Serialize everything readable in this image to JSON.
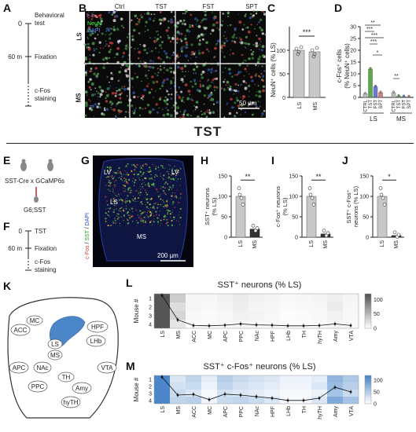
{
  "panels": {
    "A": "A",
    "B": "B",
    "C": "C",
    "D": "D",
    "E": "E",
    "F": "F",
    "G": "G",
    "H": "H",
    "I": "I",
    "J": "J",
    "K": "K",
    "L": "L",
    "M": "M"
  },
  "section_title": "TST",
  "timeline_a": {
    "t0": "0",
    "t60": "60 m",
    "step1": "Behavioral",
    "step1b": "test",
    "step2": "Fixation",
    "step3": "c-Fos",
    "step3b": "staining"
  },
  "panel_b": {
    "columns": [
      "Ctrl",
      "TST",
      "FST",
      "SPT"
    ],
    "rows": [
      "LS",
      "MS"
    ],
    "stain_cfos": "c-Fos",
    "stain_neun": "NeuN",
    "stain_dapi": "DAPI",
    "scale": "50 µm"
  },
  "panel_c": {
    "ylabel": "NeuN⁺ cells (% LS)",
    "yticks": [
      "0",
      "50",
      "100"
    ],
    "xcats": [
      "LS",
      "MS"
    ],
    "sig": "***"
  },
  "panel_d": {
    "ylabel": "c-Fos⁺ cells",
    "ylabel2": "(% NeuN⁺ cells)",
    "yticks": [
      "0",
      "5",
      "10",
      "15",
      "20",
      "25",
      "30"
    ],
    "xcats": [
      "CTRL",
      "TST",
      "FST",
      "SPT"
    ],
    "groups": [
      "LS",
      "MS"
    ],
    "sigs": [
      "**",
      "***",
      "***",
      "***",
      "*",
      "**"
    ]
  },
  "panel_e": {
    "line1": "SST-Cre x GCaMP6s",
    "line2": "G6;SST"
  },
  "timeline_f": {
    "t0": "0",
    "t60": "60 m",
    "step1": "TST",
    "step2": "Fixation",
    "step3": "c-Fos",
    "step3b": "staining"
  },
  "panel_g": {
    "lv": "LV",
    "ls": "LS",
    "ms": "MS",
    "stain_cfos": "c-Fos",
    "stain_sst": "SST",
    "stain_dapi": "DAPI",
    "scale": "200 µm"
  },
  "panel_h": {
    "ylabel": "SST⁺ neurons",
    "ylabel2": "(% LS)",
    "yticks": [
      "0",
      "50",
      "100",
      "150"
    ],
    "xcats": [
      "LS",
      "MS"
    ],
    "sig": "**"
  },
  "panel_i": {
    "ylabel": "c-Fos⁺ neurons",
    "ylabel2": "(% LS)",
    "yticks": [
      "0",
      "50",
      "100",
      "150"
    ],
    "xcats": [
      "LS",
      "MS"
    ],
    "sig": "**"
  },
  "panel_j": {
    "ylabel": "SST⁺ c-Fos⁺",
    "ylabel2": "neurons (% LS)",
    "yticks": [
      "0",
      "50",
      "100",
      "150"
    ],
    "xcats": [
      "LS",
      "MS"
    ],
    "sig": "*"
  },
  "panel_k": {
    "regions": [
      "MC",
      "ACC",
      "HPF",
      "LHb",
      "LS",
      "MS",
      "NAc",
      "APC",
      "TH",
      "VTA",
      "Amy",
      "PPC",
      "hyTH"
    ]
  },
  "heatmaps": {
    "regions": [
      "LS",
      "MS",
      "ACC",
      "MC",
      "APC",
      "PPC",
      "NAc",
      "HPF",
      "LHb",
      "TH",
      "hyTH",
      "Amy",
      "VTA"
    ],
    "mouse_label": "Mouse #",
    "mice": [
      "1",
      "2",
      "3",
      "4"
    ],
    "cbar_ticks": [
      "0",
      "50",
      "100"
    ],
    "L": {
      "title": "SST⁺ neurons (% LS)",
      "color": "#555555",
      "matrix": [
        [
          100,
          30,
          5,
          5,
          8,
          12,
          8,
          6,
          4,
          5,
          6,
          10,
          6
        ],
        [
          100,
          20,
          6,
          4,
          6,
          10,
          6,
          5,
          3,
          4,
          5,
          12,
          5
        ],
        [
          100,
          25,
          4,
          3,
          5,
          8,
          7,
          5,
          2,
          3,
          4,
          8,
          4
        ],
        [
          100,
          15,
          3,
          2,
          4,
          6,
          5,
          4,
          2,
          2,
          3,
          6,
          3
        ]
      ],
      "mean": [
        100,
        22,
        4,
        3,
        5,
        9,
        6,
        5,
        3,
        3,
        4,
        9,
        4
      ]
    },
    "M": {
      "title": "SST⁺ c-Fos⁺ neurons (% LS)",
      "color": "#4a86c8",
      "matrix": [
        [
          100,
          20,
          35,
          15,
          40,
          30,
          25,
          20,
          10,
          10,
          15,
          60,
          45
        ],
        [
          100,
          25,
          30,
          10,
          35,
          25,
          20,
          15,
          8,
          8,
          20,
          55,
          40
        ],
        [
          100,
          30,
          20,
          5,
          25,
          20,
          15,
          10,
          5,
          5,
          10,
          50,
          30
        ],
        [
          100,
          35,
          40,
          8,
          30,
          35,
          30,
          20,
          5,
          5,
          20,
          70,
          50
        ]
      ],
      "mean": [
        100,
        28,
        31,
        10,
        32,
        28,
        22,
        16,
        7,
        7,
        16,
        59,
        41
      ]
    }
  }
}
